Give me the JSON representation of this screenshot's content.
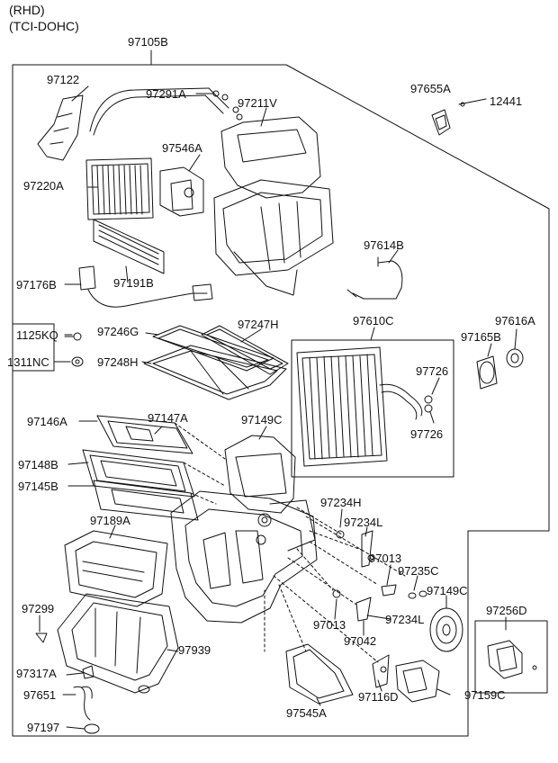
{
  "header": {
    "line1": "(RHD)",
    "line2": "(TCI-DOHC)"
  },
  "parts": {
    "p97105B": "97105B",
    "p97122": "97122",
    "p97291A": "97291A",
    "p97211V": "97211V",
    "p97655A": "97655A",
    "p12441": "12441",
    "p97546A": "97546A",
    "p97220A": "97220A",
    "p97614B": "97614B",
    "p97176B": "97176B",
    "p97191B": "97191B",
    "p1125KQ": "1125KQ",
    "p97246G": "97246G",
    "p97247H": "97247H",
    "p97610C": "97610C",
    "p97616A": "97616A",
    "p97165B": "97165B",
    "p1311NC": "1311NC",
    "p97248H": "97248H",
    "p97726a": "97726",
    "p97726b": "97726",
    "p97146A": "97146A",
    "p97147A": "97147A",
    "p97149C_top": "97149C",
    "p97148B": "97148B",
    "p97145B": "97145B",
    "p97234H": "97234H",
    "p97234L_top": "97234L",
    "p97189A": "97189A",
    "p97013_right": "97013",
    "p97235C": "97235C",
    "p97149C_mid": "97149C",
    "p97256D": "97256D",
    "p97299": "97299",
    "p97013_left": "97013",
    "p97234L_mid": "97234L",
    "p97042": "97042",
    "p97939": "97939",
    "p97317A": "97317A",
    "p97651": "97651",
    "p97116D": "97116D",
    "p97159C": "97159C",
    "p97545A": "97545A",
    "p97197": "97197"
  }
}
